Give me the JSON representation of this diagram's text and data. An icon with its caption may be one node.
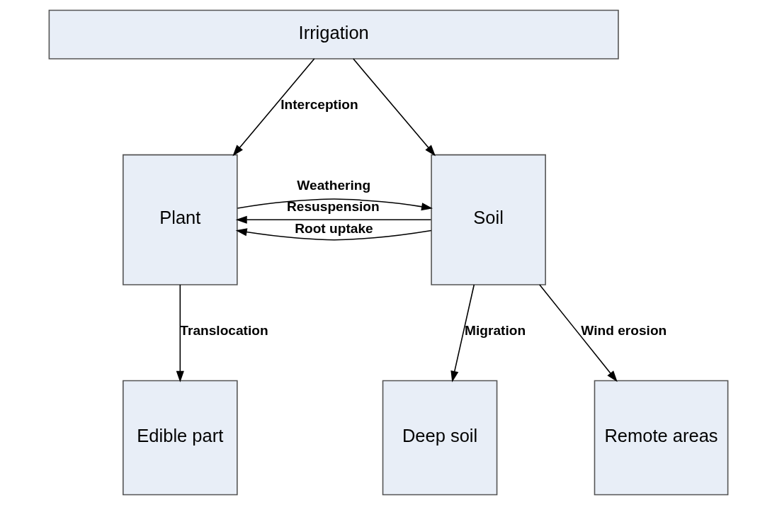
{
  "diagram": {
    "nodes": [
      {
        "text": [
          "Irrigation"
        ]
      },
      {
        "text": [
          "Plant"
        ]
      },
      {
        "text": [
          "Soil"
        ]
      },
      {
        "text": [
          "Edible part"
        ]
      },
      {
        "text": [
          "Deep soil"
        ]
      },
      {
        "text": [
          "Remote areas"
        ]
      }
    ],
    "edges": [
      {
        "from": 0,
        "to": 1,
        "arrow": "to",
        "label": "Interception"
      },
      {
        "from": 0,
        "to": 2,
        "arrow": "to"
      },
      {
        "from": 1,
        "to": 2,
        "arrow": "to",
        "label": "Weathering"
      },
      {
        "from": 2,
        "to": 1,
        "arrow": "to",
        "label": "Root uptake"
      },
      {
        "from": 2,
        "to": 1,
        "arrow": "to",
        "label": "Resuspension"
      },
      {
        "from": 1,
        "to": 3,
        "arrow": "to",
        "label": "Translocation"
      },
      {
        "from": 2,
        "to": 4,
        "arrow": "to",
        "label": "Migration"
      },
      {
        "from": 2,
        "to": 5,
        "arrow": "to",
        "label": "Wind erosion"
      }
    ]
  }
}
